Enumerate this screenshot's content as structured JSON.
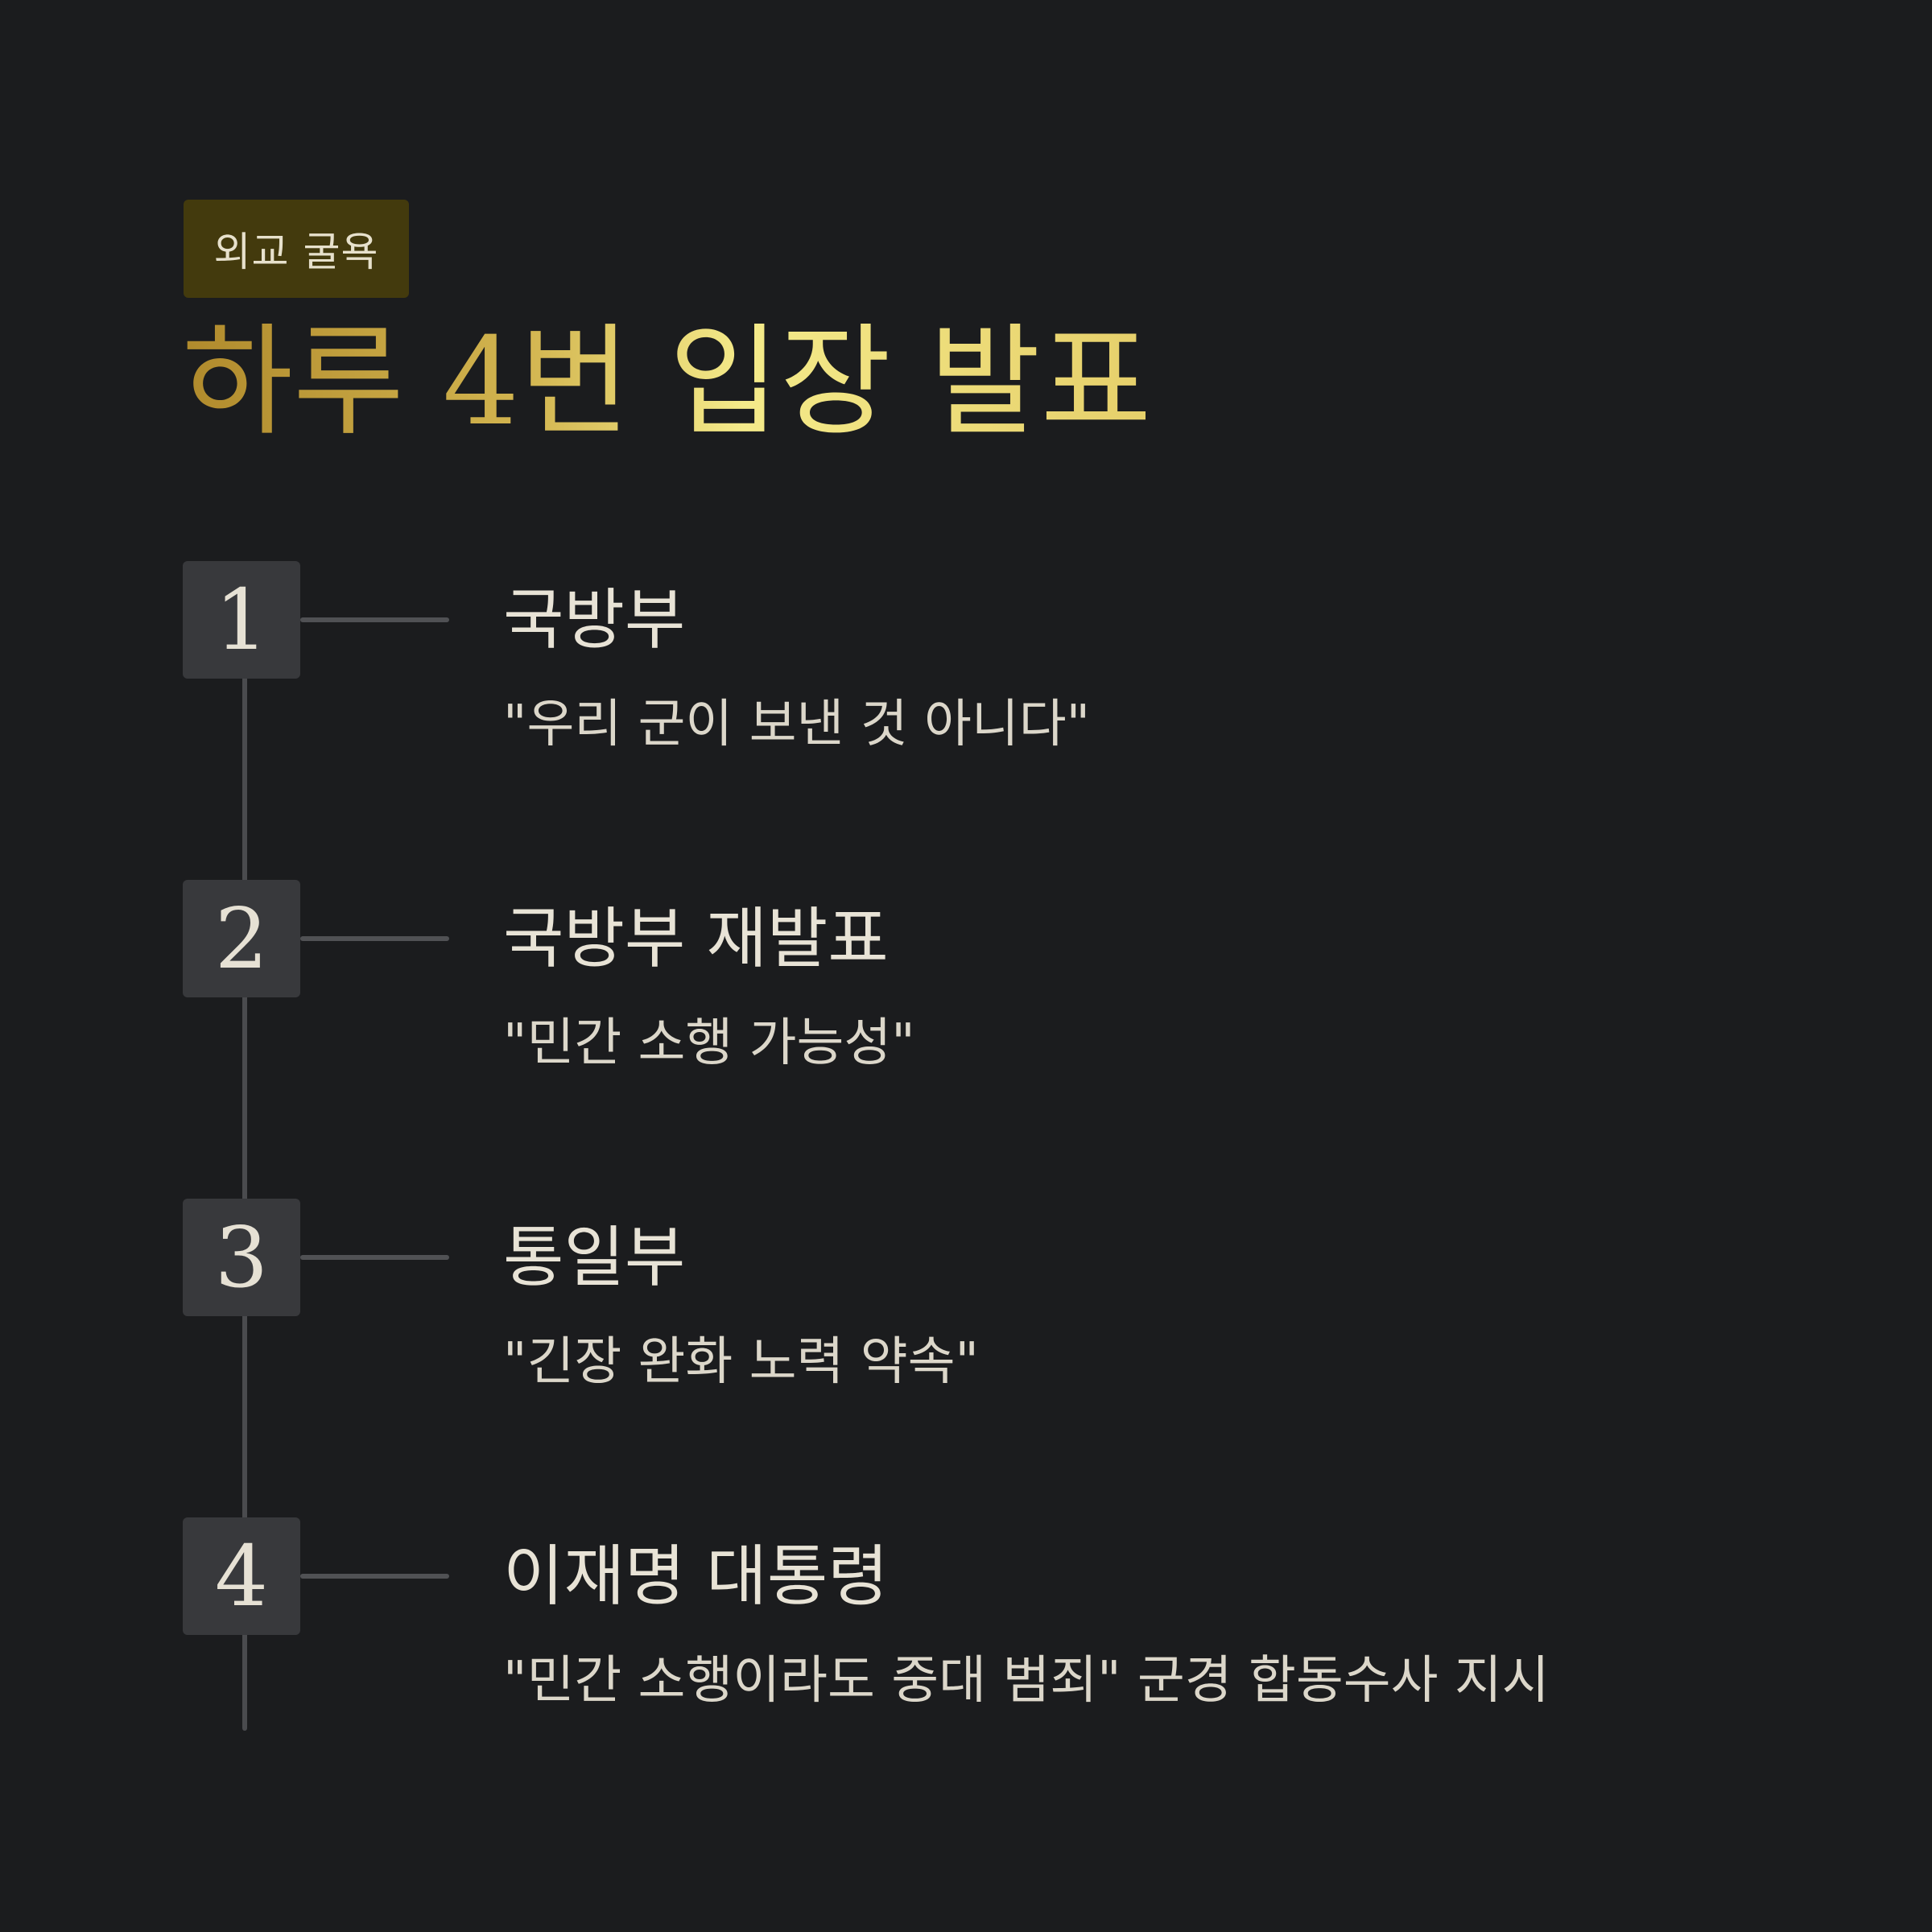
{
  "badge": {
    "label": "외교 굴욕"
  },
  "headline": "하루 4번 입장 발표",
  "steps": [
    {
      "number": "1",
      "title": "국방부",
      "quote": "\"우리 군이 보낸 것 아니다\""
    },
    {
      "number": "2",
      "title": "국방부 재발표",
      "quote": "\"민간 소행 가능성\""
    },
    {
      "number": "3",
      "title": "통일부",
      "quote": "\"긴장 완화 노력 약속\""
    },
    {
      "number": "4",
      "title": "이재명 대통령",
      "quote": "\"민간 소행이라도 중대 범죄\" 군경 합동수사 지시"
    }
  ],
  "colors": {
    "background": "#1b1c1e",
    "badge_background": "#433a0d",
    "headline_gradient_start": "#b08a2c",
    "headline_gradient_end": "#f4ea8a",
    "step_box": "#38393c",
    "line": "#4a4b4e",
    "text": "#e8e3d6"
  }
}
